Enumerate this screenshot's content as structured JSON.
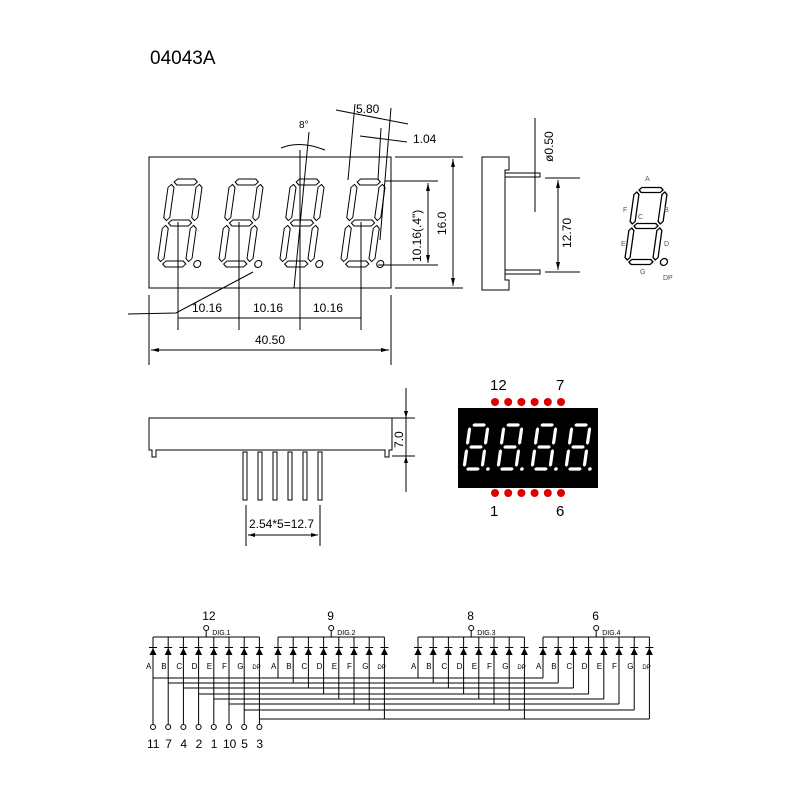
{
  "title": "04043A",
  "front_view": {
    "pitch_labels": [
      "10.16",
      "10.16",
      "10.16"
    ],
    "overall_width": "40.50",
    "height": "16.0",
    "digit_height": "10.16(.4\")",
    "slant": "8°",
    "digit_width": "5.80",
    "segment_width": "1.04"
  },
  "side_view": {
    "pin_diameter": "ø0.50",
    "row_spacing": "12.70"
  },
  "segment_diagram": {
    "labels": [
      "A",
      "B",
      "C",
      "D",
      "E",
      "F",
      "G",
      "DP"
    ]
  },
  "bottom_view": {
    "thickness": "7.0",
    "pin_pitch": "2.54*5=12.7"
  },
  "display_preview": {
    "top_left_pin": "12",
    "top_right_pin": "7",
    "bottom_left_pin": "1",
    "bottom_right_pin": "6",
    "pin_color": "#e00000",
    "body_color": "#000000"
  },
  "schematic": {
    "digits": [
      {
        "pin": "12",
        "label": "DIG.1"
      },
      {
        "pin": "9",
        "label": "DIG.2"
      },
      {
        "pin": "8",
        "label": "DIG.3"
      },
      {
        "pin": "6",
        "label": "DIG.4"
      }
    ],
    "segments": [
      "A",
      "B",
      "C",
      "D",
      "E",
      "F",
      "G",
      "DP"
    ],
    "segment_pins": [
      "11",
      "7",
      "4",
      "2",
      "1",
      "10",
      "5",
      "3"
    ]
  }
}
